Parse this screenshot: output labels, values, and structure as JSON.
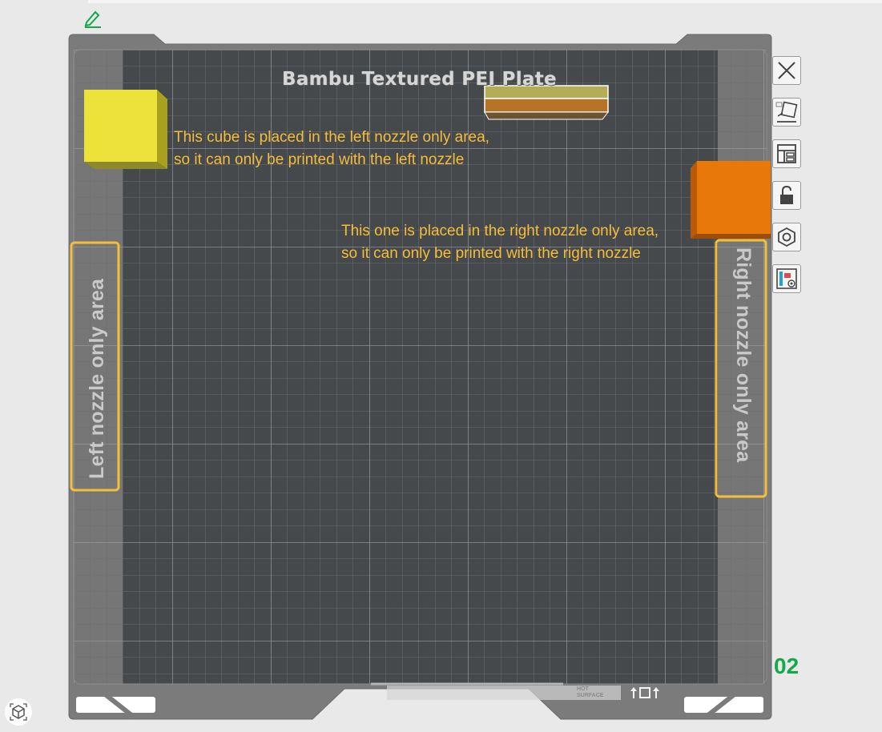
{
  "plate": {
    "title": "Bambu Textured PEI Plate",
    "number": "02",
    "bottom_marking": "HOT SURFACE"
  },
  "annotations": {
    "left_note": [
      "This cube is placed in the left nozzle only area,",
      "so it can only be printed with the left nozzle"
    ],
    "right_note": [
      "This one is placed in the right nozzle only area,",
      "so it can only be printed with the right nozzle"
    ],
    "left_area_label": "Left nozzle only area",
    "right_area_label": "Right nozzle only area"
  },
  "toolbar": {
    "items": [
      {
        "name": "close-icon"
      },
      {
        "name": "auto-arrange-icon"
      },
      {
        "name": "layout-icon"
      },
      {
        "name": "unlock-icon"
      },
      {
        "name": "nut-settings-icon"
      },
      {
        "name": "plate-settings-icon"
      }
    ]
  },
  "colors": {
    "plate_dark": "#46494c",
    "plate_border": "#7b7b7b",
    "annotation": "#f5bd3a",
    "left_cube": "#ece23a",
    "right_cube": "#e8780a",
    "accent_green": "#13a84a"
  },
  "icons": {
    "edit": "pencil-icon",
    "view": "view-cube-icon"
  }
}
